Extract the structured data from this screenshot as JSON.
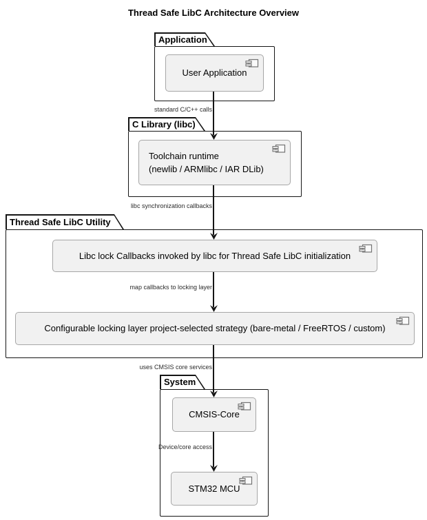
{
  "title": "Thread Safe LibC Architecture Overview",
  "packages": [
    {
      "label": "Application"
    },
    {
      "label": "C Library (libc)"
    },
    {
      "label": "Thread Safe LibC Utility"
    },
    {
      "label": "System"
    }
  ],
  "components": [
    {
      "label": "User Application"
    },
    {
      "label": "Toolchain runtime\n(newlib / ARMlibc / IAR DLib)"
    },
    {
      "label": "Libc lock Callbacks invoked by libc for Thread Safe LibC initialization"
    },
    {
      "label": "Configurable locking layer project-selected strategy (bare-metal / FreeRTOS / custom)"
    },
    {
      "label": "CMSIS-Core"
    },
    {
      "label": "STM32 MCU"
    }
  ],
  "arrows": [
    {
      "label": "standard C/C++ calls"
    },
    {
      "label": "libc synchronization callbacks"
    },
    {
      "label": "map callbacks to locking layer"
    },
    {
      "label": "uses CMSIS core services"
    },
    {
      "label": "Device/core access"
    }
  ],
  "colors": {
    "component_fill": "#f1f1f1",
    "component_border": "#a6a6a6",
    "package_border": "#141414",
    "arrow": "#141414",
    "background": "#ffffff"
  }
}
